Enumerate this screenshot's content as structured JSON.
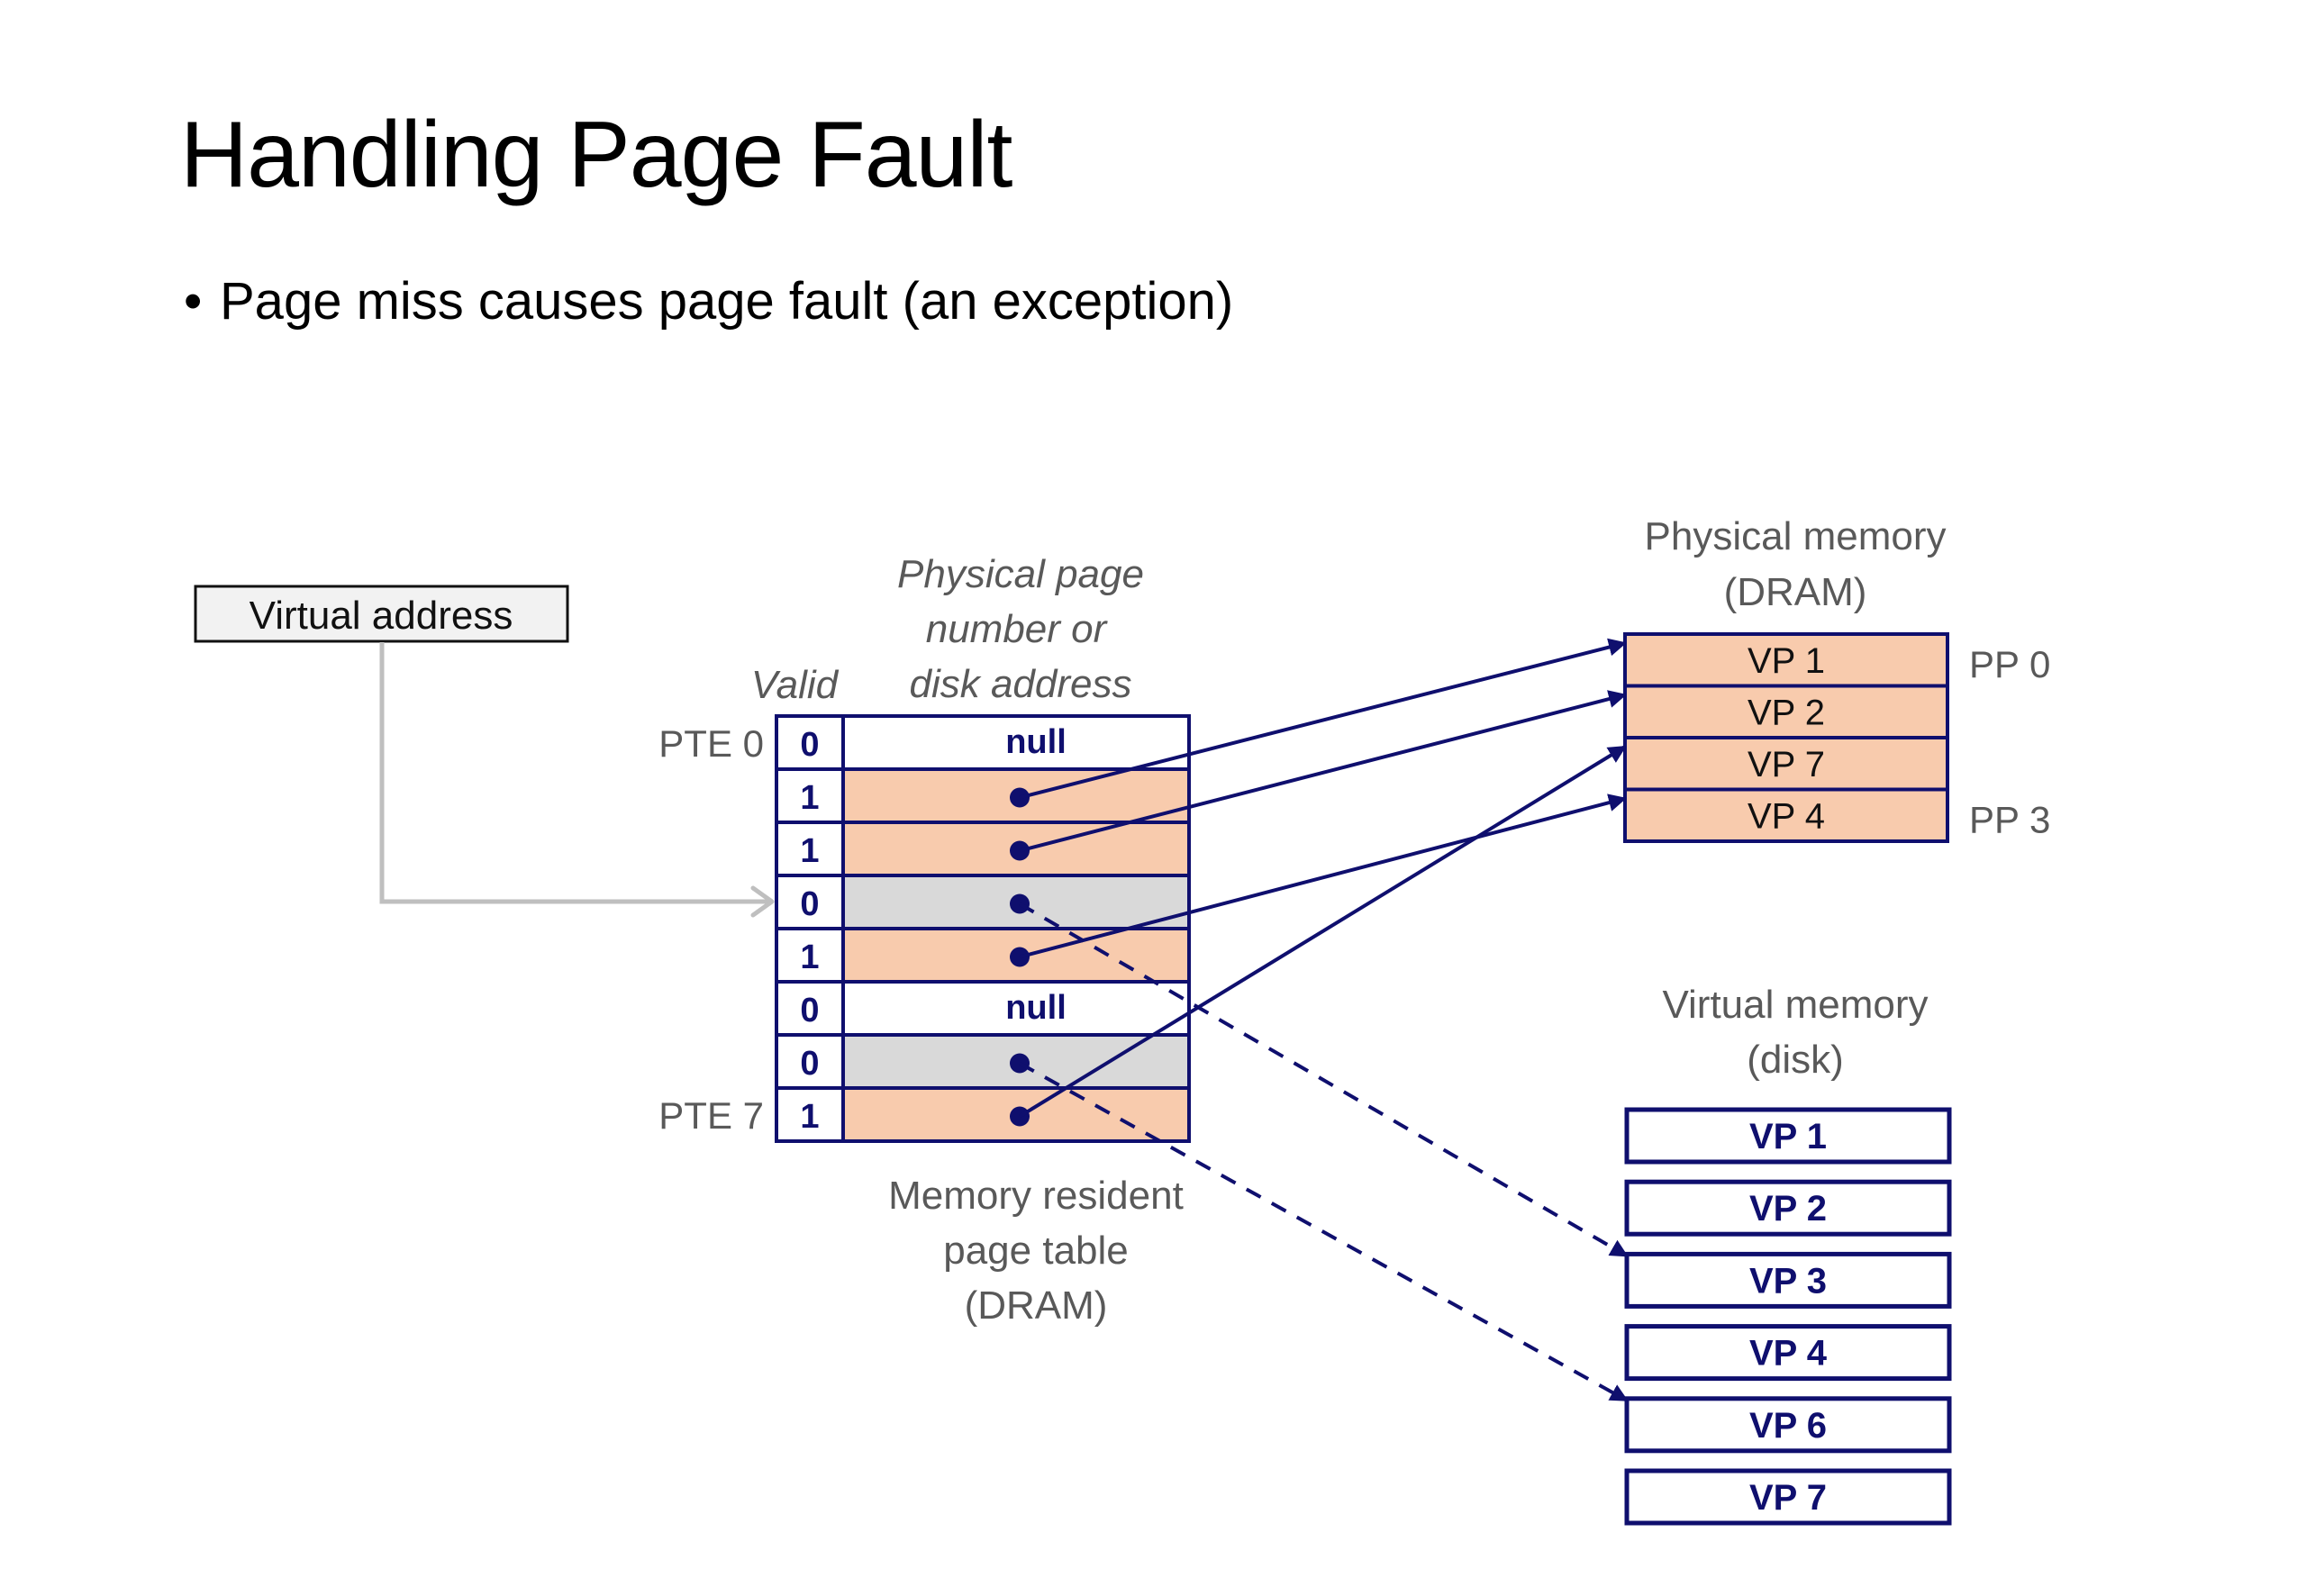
{
  "slide": {
    "title": "Handling Page Fault",
    "bullets": [
      "Page miss causes page fault (an exception)"
    ]
  },
  "colors": {
    "navy": "#0f0f6e",
    "resident_fill": "#f8cbad",
    "disk_fill": "#d9d9d9",
    "null_fill": "#ffffff",
    "label_gray": "#595959",
    "connector_gray": "#bfbfbf",
    "va_box_fill": "#f2f2f2"
  },
  "virtual_address": {
    "label": "Virtual address",
    "points_to_pte": 3
  },
  "page_table": {
    "header_valid": "Valid",
    "header_address": [
      "Physical page",
      "number or",
      "disk address"
    ],
    "caption": [
      "Memory resident",
      "page table",
      "(DRAM)"
    ],
    "first_label": "PTE 0",
    "last_label": "PTE 7",
    "rows": [
      {
        "pte": 0,
        "valid": "0",
        "content": "null",
        "state": "null"
      },
      {
        "pte": 1,
        "valid": "1",
        "content": "",
        "state": "resident",
        "target": "VP 1"
      },
      {
        "pte": 2,
        "valid": "1",
        "content": "",
        "state": "resident",
        "target": "VP 2"
      },
      {
        "pte": 3,
        "valid": "0",
        "content": "",
        "state": "disk",
        "target": "VP 3"
      },
      {
        "pte": 4,
        "valid": "1",
        "content": "",
        "state": "resident",
        "target": "VP 4"
      },
      {
        "pte": 5,
        "valid": "0",
        "content": "null",
        "state": "null"
      },
      {
        "pte": 6,
        "valid": "0",
        "content": "",
        "state": "disk",
        "target": "VP 6"
      },
      {
        "pte": 7,
        "valid": "1",
        "content": "",
        "state": "resident",
        "target": "VP 7"
      }
    ]
  },
  "physical_memory": {
    "title": [
      "Physical memory",
      "(DRAM)"
    ],
    "pages": [
      "VP 1",
      "VP 2",
      "VP 7",
      "VP 4"
    ],
    "labels": [
      {
        "row": 0,
        "text": "PP 0"
      },
      {
        "row": 3,
        "text": "PP 3"
      }
    ]
  },
  "virtual_memory": {
    "title": [
      "Virtual memory",
      "(disk)"
    ],
    "pages": [
      "VP 1",
      "VP 2",
      "VP 3",
      "VP 4",
      "VP 6",
      "VP 7"
    ]
  },
  "mappings": {
    "resident": [
      {
        "from_pte": 1,
        "to_physical_row": 0
      },
      {
        "from_pte": 2,
        "to_physical_row": 1
      },
      {
        "from_pte": 7,
        "to_physical_row": 2
      },
      {
        "from_pte": 4,
        "to_physical_row": 3
      }
    ],
    "on_disk": [
      {
        "from_pte": 3,
        "to_disk_row": 2
      },
      {
        "from_pte": 6,
        "to_disk_row": 4
      }
    ]
  }
}
